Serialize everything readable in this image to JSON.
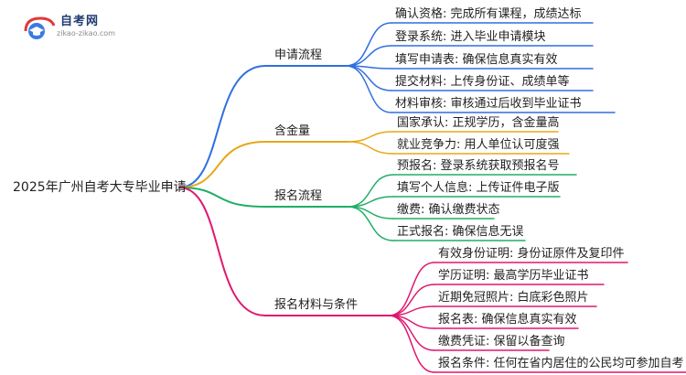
{
  "logo": {
    "name": "自考网",
    "url": "zikao-zikao.com"
  },
  "root": "2025年广州自考大专毕业申请",
  "colors": {
    "blue": "#2f6fe0",
    "orange": "#e6a817",
    "green": "#1fae67",
    "pink": "#e0176e"
  },
  "branches": [
    {
      "label": "申请流程",
      "color": "blue",
      "children": [
        "确认资格: 完成所有课程，成绩达标",
        "登录系统: 进入毕业申请模块",
        "填写申请表: 确保信息真实有效",
        "提交材料: 上传身份证、成绩单等",
        "材料审核: 审核通过后收到毕业证书"
      ]
    },
    {
      "label": "含金量",
      "color": "orange",
      "children": [
        "国家承认: 正规学历，含金量高",
        "就业竞争力: 用人单位认可度强"
      ]
    },
    {
      "label": "报名流程",
      "color": "green",
      "children": [
        "预报名: 登录系统获取预报名号",
        "填写个人信息: 上传证件电子版",
        "缴费: 确认缴费状态",
        "正式报名: 确保信息无误"
      ]
    },
    {
      "label": "报名材料与条件",
      "color": "pink",
      "children": [
        "有效身份证明: 身份证原件及复印件",
        "学历证明: 最高学历毕业证书",
        "近期免冠照片: 白底彩色照片",
        "报名表: 确保信息真实有效",
        "缴费凭证: 保留以备查询",
        "报名条件: 任何在省内居住的公民均可参加自考"
      ]
    }
  ]
}
